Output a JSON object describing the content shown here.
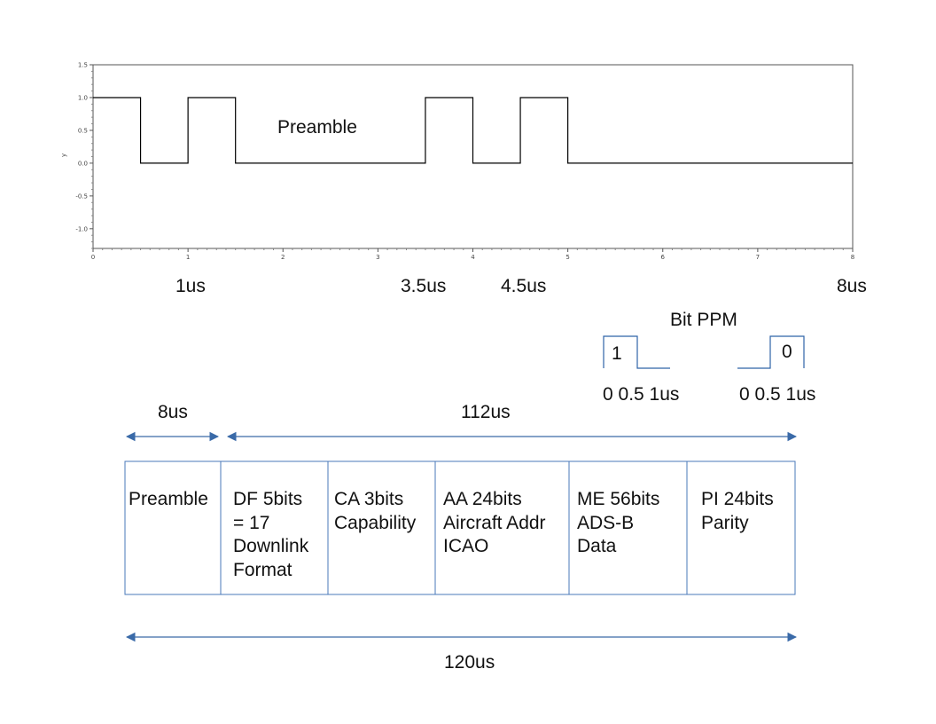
{
  "waveform": {
    "plot_label": "Preamble",
    "y_axis_label": "y",
    "x_ticks": [
      "0",
      "1",
      "2",
      "3",
      "4",
      "5",
      "6",
      "7",
      "8"
    ],
    "y_ticks": [
      "1.5",
      "1.0",
      "0.5",
      "0.0",
      "-0.5",
      "-1.0"
    ],
    "x_range": [
      0,
      8
    ],
    "y_range": [
      -1.3,
      1.5
    ],
    "pulses": [
      [
        0,
        0.5
      ],
      [
        1,
        1.5
      ],
      [
        3.5,
        4
      ],
      [
        4.5,
        5
      ]
    ],
    "time_marks": [
      "1us",
      "3.5us",
      "4.5us",
      "8us"
    ]
  },
  "bit_ppm": {
    "title": "Bit PPM",
    "one_label": "1",
    "zero_label": "0",
    "one_axis": "0 0.5 1us",
    "zero_axis": "0 0.5 1us"
  },
  "durations": {
    "preamble": "8us",
    "data": "112us",
    "total": "120us"
  },
  "frame_fields": [
    {
      "text": "Preamble"
    },
    {
      "text": "DF 5bits\n= 17\nDownlink\nFormat"
    },
    {
      "text": "CA 3bits\nCapability"
    },
    {
      "text": "AA 24bits\nAircraft Addr\nICAO"
    },
    {
      "text": "ME 56bits\nADS-B\nData"
    },
    {
      "text": "PI 24bits\nParity"
    }
  ],
  "colors": {
    "arrow": "#3a6aa8",
    "frame_border": "#4a78b8",
    "signal": "#000000"
  }
}
